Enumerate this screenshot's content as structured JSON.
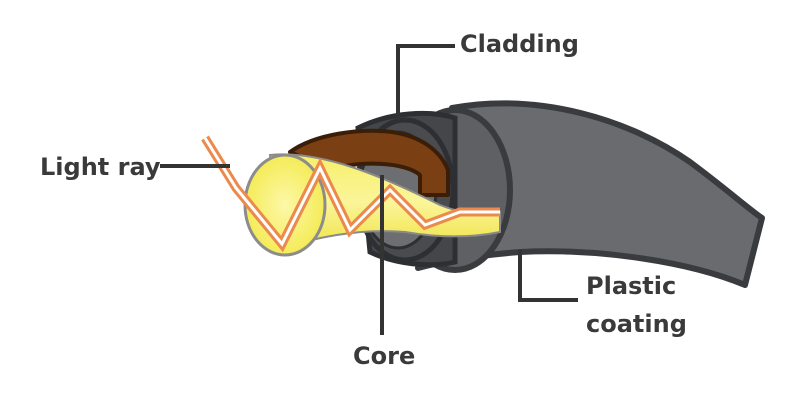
{
  "labels": {
    "cladding": "Cladding",
    "light_ray": "Light ray",
    "core": "Core",
    "plastic_coating_line1": "Plastic",
    "plastic_coating_line2": "coating"
  },
  "colors": {
    "coating_fill": "#6a6b6e",
    "coating_outline": "#3a3b3e",
    "cladding_ring": "#404145",
    "core_yellow": "#f3ea4f",
    "core_glow": "#fdf8a8",
    "buffer_brown": "#7a3f12",
    "light_ray_outer": "#ec8a4e",
    "light_ray_inner": "#ffffff",
    "leader_line": "#333333",
    "label_text": "#3a3a3a"
  }
}
